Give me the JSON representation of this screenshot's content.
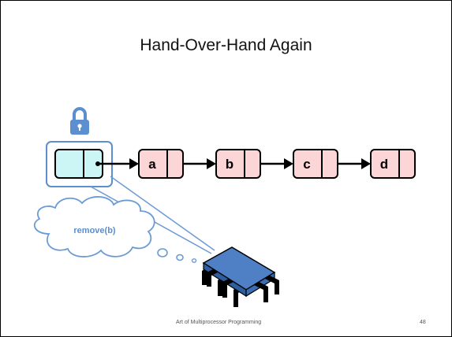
{
  "slide": {
    "title": "Hand-Over-Hand Again",
    "footer_text": "Art of Multiprocessor Programming",
    "page_number": "48"
  },
  "diagram": {
    "nodes": [
      {
        "label": "",
        "role": "sentinel-head",
        "fill": "#ccf5f5"
      },
      {
        "label": "a",
        "fill": "#fcd6d6"
      },
      {
        "label": "b",
        "fill": "#fcd6d6"
      },
      {
        "label": "c",
        "fill": "#fcd6d6"
      },
      {
        "label": "d",
        "fill": "#fcd6d6"
      }
    ],
    "thought_bubble": "remove(b)",
    "colors": {
      "lock_blue": "#5b8fd0",
      "chip_blue": "#4f7fc4",
      "node_pink": "#fcd6d6",
      "head_cyan": "#ccf5f5"
    }
  }
}
